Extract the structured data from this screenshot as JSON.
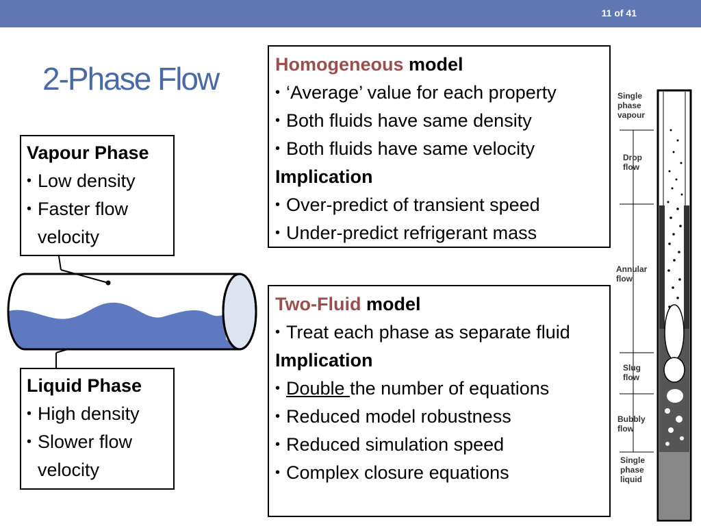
{
  "header": {
    "page_indicator": "11 of 41"
  },
  "title": "2-Phase Flow",
  "vapour_box": {
    "heading": "Vapour Phase",
    "items": [
      "Low density",
      "Faster flow velocity"
    ]
  },
  "liquid_box": {
    "heading": "Liquid Phase",
    "items": [
      "High density",
      "Slower flow velocity"
    ]
  },
  "homogeneous_box": {
    "heading_accent": "Homogeneous",
    "heading_rest": " model",
    "items": [
      "‘Average’ value for each property",
      "Both fluids have same density",
      "Both fluids have same velocity"
    ],
    "implication_heading": "Implication",
    "implications": [
      "Over-predict of transient speed",
      "Under-predict refrigerant mass"
    ]
  },
  "two_fluid_box": {
    "heading_accent": "Two-Fluid",
    "heading_rest": " model",
    "items": [
      "Treat each phase as separate fluid"
    ],
    "implication_heading": "Implication",
    "implication_first_underlined": "Double ",
    "implication_first_rest": "the number of equations",
    "implications": [
      "Reduced model robustness",
      "Reduced simulation speed",
      "Complex closure equations"
    ]
  },
  "flow_regimes": {
    "labels": [
      "Single phase vapour",
      "Drop flow",
      "Annular flow",
      "Slug flow",
      "Bubbly flow",
      "Single phase liquid"
    ]
  },
  "colors": {
    "topbar": "#5f78b4",
    "title": "#4a6aa6",
    "accent": "#9a4f4f",
    "liquid_fill": "#5e79bf"
  }
}
